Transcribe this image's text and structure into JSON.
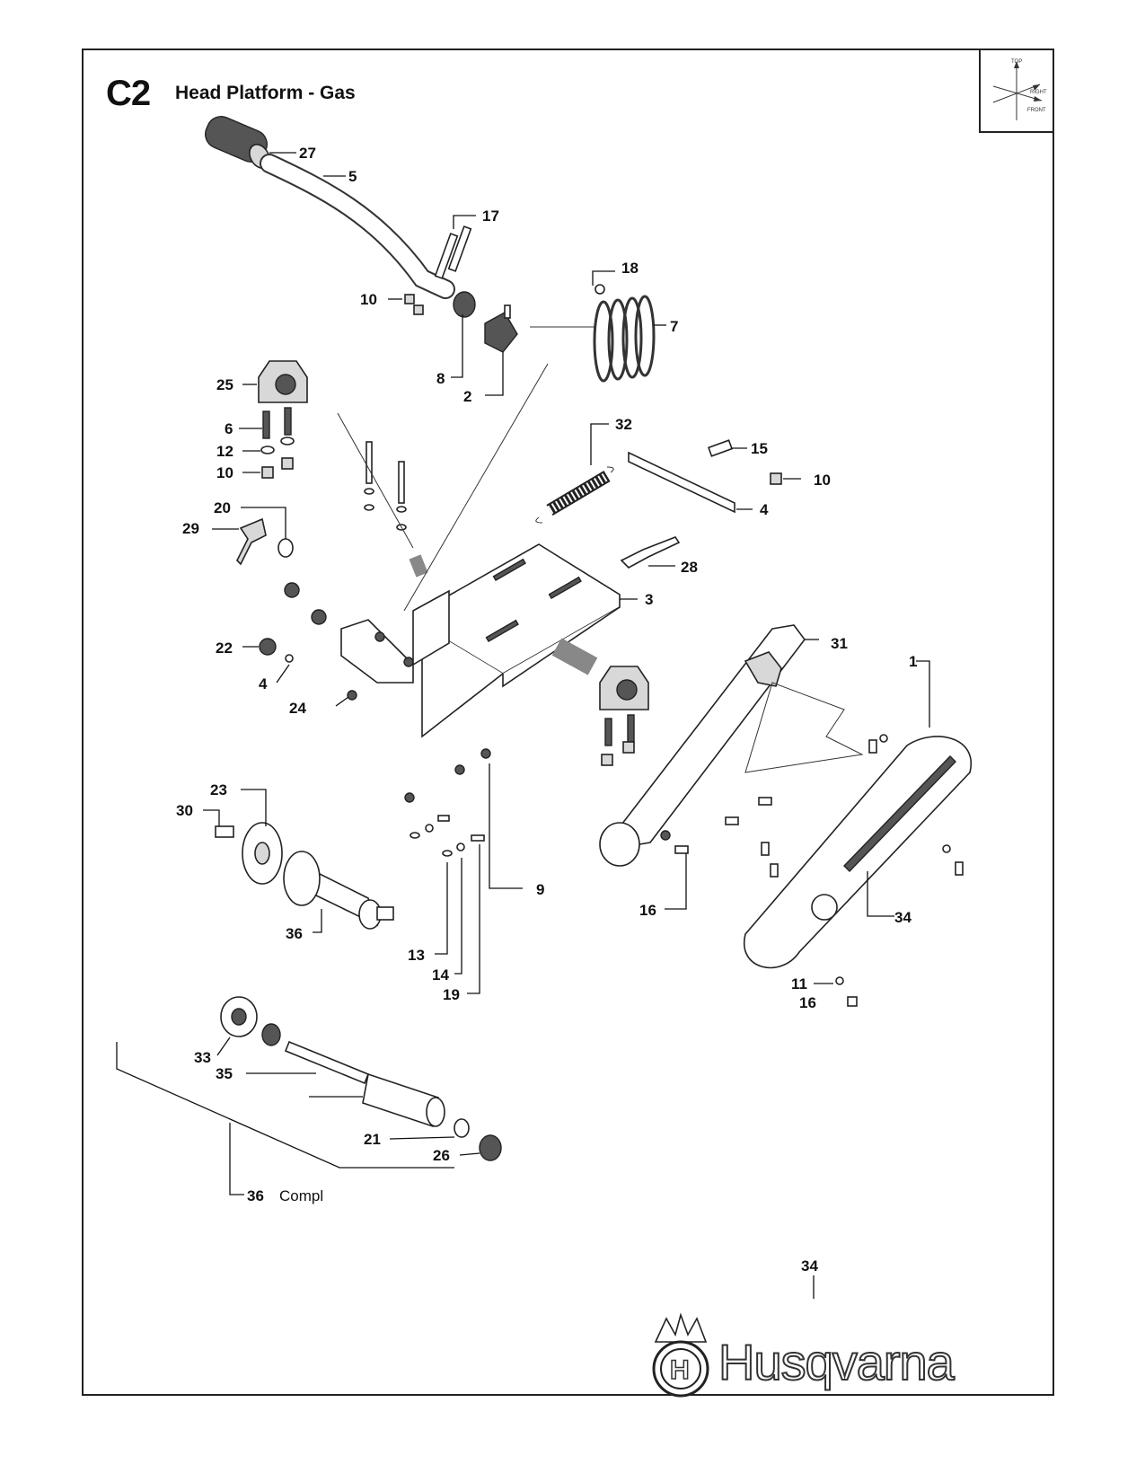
{
  "header": {
    "code": "C2",
    "title": "Head Platform - Gas"
  },
  "orientation": {
    "labels": [
      "TOP",
      "RIGHT",
      "FRONT"
    ]
  },
  "callouts": [
    {
      "id": "c27",
      "text": "27"
    },
    {
      "id": "c5",
      "text": "5"
    },
    {
      "id": "c17",
      "text": "17"
    },
    {
      "id": "c18",
      "text": "18"
    },
    {
      "id": "c10a",
      "text": "10"
    },
    {
      "id": "c7",
      "text": "7"
    },
    {
      "id": "c8",
      "text": "8"
    },
    {
      "id": "c2",
      "text": "2"
    },
    {
      "id": "c25",
      "text": "25"
    },
    {
      "id": "c6",
      "text": "6"
    },
    {
      "id": "c12",
      "text": "12"
    },
    {
      "id": "c10b",
      "text": "10"
    },
    {
      "id": "c32",
      "text": "32"
    },
    {
      "id": "c15",
      "text": "15"
    },
    {
      "id": "c10c",
      "text": "10"
    },
    {
      "id": "c4a",
      "text": "4"
    },
    {
      "id": "c20",
      "text": "20"
    },
    {
      "id": "c29",
      "text": "29"
    },
    {
      "id": "c28",
      "text": "28"
    },
    {
      "id": "c3",
      "text": "3"
    },
    {
      "id": "c31",
      "text": "31"
    },
    {
      "id": "c22",
      "text": "22"
    },
    {
      "id": "c4b",
      "text": "4"
    },
    {
      "id": "c24",
      "text": "24"
    },
    {
      "id": "c1",
      "text": "1"
    },
    {
      "id": "c23",
      "text": "23"
    },
    {
      "id": "c30",
      "text": "30"
    },
    {
      "id": "c9",
      "text": "9"
    },
    {
      "id": "c16a",
      "text": "16"
    },
    {
      "id": "c34a",
      "text": "34"
    },
    {
      "id": "c36",
      "text": "36"
    },
    {
      "id": "c13",
      "text": "13"
    },
    {
      "id": "c14",
      "text": "14"
    },
    {
      "id": "c19",
      "text": "19"
    },
    {
      "id": "c11",
      "text": "11"
    },
    {
      "id": "c16b",
      "text": "16"
    },
    {
      "id": "c33",
      "text": "33"
    },
    {
      "id": "c35",
      "text": "35"
    },
    {
      "id": "c21",
      "text": "21"
    },
    {
      "id": "c26",
      "text": "26"
    },
    {
      "id": "c36c",
      "text": "36"
    },
    {
      "id": "c34b",
      "text": "34"
    }
  ],
  "assembly_note": "Compl",
  "brand": {
    "name": "Husqvarna"
  }
}
